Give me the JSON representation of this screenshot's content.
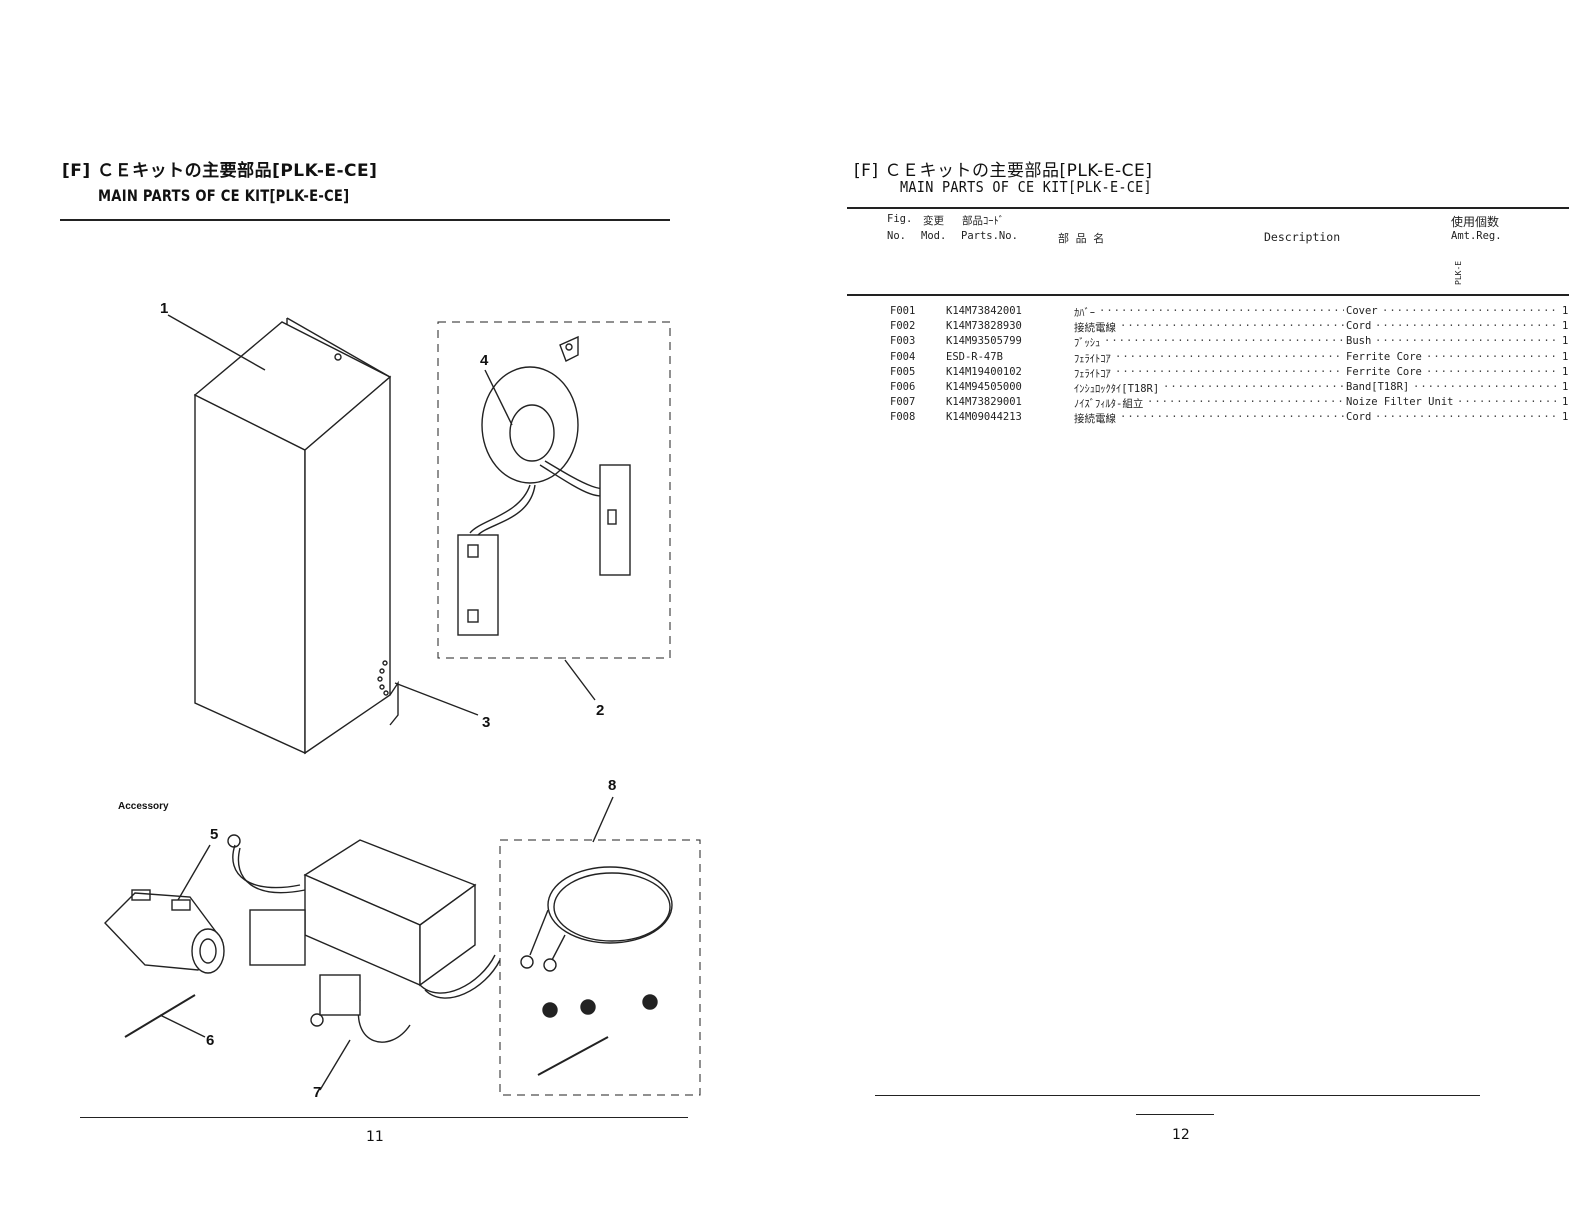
{
  "left_page": {
    "title_jp": "[F] ＣＥキットの主要部品[PLK-E-CE]",
    "title_en": "MAIN PARTS OF CE KIT[PLK-E-CE]",
    "accessory_label": "Accessory",
    "callouts": [
      "1",
      "2",
      "3",
      "4",
      "5",
      "6",
      "7",
      "8"
    ],
    "page_number": "11"
  },
  "right_page": {
    "title_jp": "[F] ＣＥキットの主要部品[PLK-E-CE]",
    "title_en": "MAIN PARTS OF CE KIT[PLK-E-CE]",
    "header": {
      "fig": "Fig.",
      "no": "No.",
      "mod_jp": "変更",
      "mod": "Mod.",
      "parts_jp": "部品ｺｰﾄﾞ",
      "parts": "Parts.No.",
      "name_jp": "部 品 名",
      "description": "Description",
      "amt_jp": "使用個数",
      "amt": "Amt.Reg.",
      "model": "PLK-E"
    },
    "rows": [
      {
        "fig": "F001",
        "code": "K14M73842001",
        "name_jp": "ｶﾊﾞｰ",
        "desc": "Cover",
        "qty": "1"
      },
      {
        "fig": "F002",
        "code": "K14M73828930",
        "name_jp": "接続電線",
        "desc": "Cord",
        "qty": "1"
      },
      {
        "fig": "F003",
        "code": "K14M93505799",
        "name_jp": "ﾌﾞｯｼｭ",
        "desc": "Bush",
        "qty": "1"
      },
      {
        "fig": "F004",
        "code": "ESD-R-47B",
        "name_jp": "ﾌｪﾗｲﾄｺｱ",
        "desc": "Ferrite Core",
        "qty": "1"
      },
      {
        "fig": "F005",
        "code": "K14M19400102",
        "name_jp": "ﾌｪﾗｲﾄｺｱ",
        "desc": "Ferrite Core",
        "qty": "1"
      },
      {
        "fig": "F006",
        "code": "K14M94505000",
        "name_jp": "ｲﾝｼｭﾛｯｸﾀｲ[T18R]",
        "desc": "Band[T18R]",
        "qty": "1"
      },
      {
        "fig": "F007",
        "code": "K14M73829001",
        "name_jp": "ﾉｲｽﾞﾌｨﾙﾀ-組立",
        "desc": "Noize Filter Unit",
        "qty": "1"
      },
      {
        "fig": "F008",
        "code": "K14M09044213",
        "name_jp": "接続電線",
        "desc": "Cord",
        "qty": "1"
      }
    ],
    "page_number": "12"
  }
}
